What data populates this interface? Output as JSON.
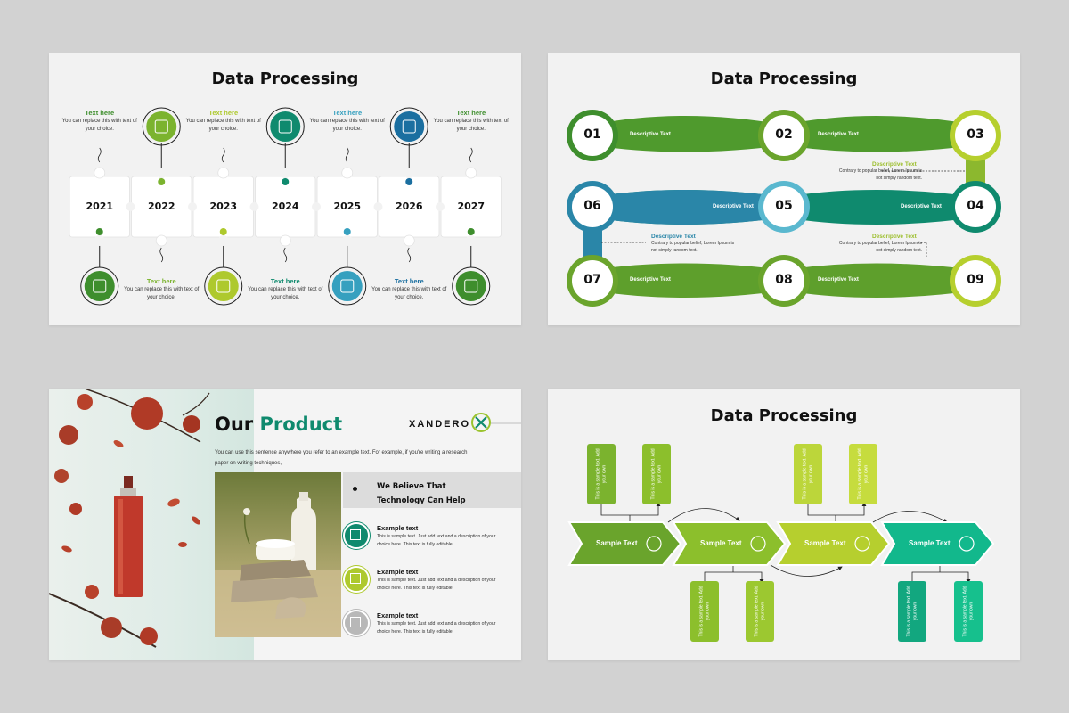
{
  "slide1": {
    "title": "Data Processing",
    "steps": [
      {
        "year": "2021",
        "label": "Text here",
        "desc": "You can replace this with text of your choice.",
        "color": "#3e8e2d",
        "icon": "documents-icon"
      },
      {
        "year": "2022",
        "label": "Text here",
        "desc": "You can replace this with text of your choice.",
        "color": "#7bb32e",
        "icon": "team-icon"
      },
      {
        "year": "2023",
        "label": "Text here",
        "desc": "You can replace this with text of your choice.",
        "color": "#aec92d",
        "icon": "settings-list-icon"
      },
      {
        "year": "2024",
        "label": "Text here",
        "desc": "You can replace this with text of your choice.",
        "color": "#0f8a6e",
        "icon": "flow-chart-icon"
      },
      {
        "year": "2025",
        "label": "Text here",
        "desc": "You can replace this with text of your choice.",
        "color": "#36a0bf",
        "icon": "calendar-icon"
      },
      {
        "year": "2026",
        "label": "Text here",
        "desc": "You can replace this with text of your choice.",
        "color": "#1b6fa0",
        "icon": "refresh-icon"
      },
      {
        "year": "2027",
        "label": "Text here",
        "desc": "You can replace this with text of your choice.",
        "color": "#3e8e2d",
        "icon": "analytics-icon"
      }
    ]
  },
  "slide2": {
    "title": "Data Processing",
    "nodes": [
      "01",
      "02",
      "03",
      "04",
      "05",
      "06",
      "07",
      "08",
      "09"
    ],
    "band_label": "Descriptive Text",
    "note_title": "Descriptive Text",
    "note_desc": "Contrary to popular belief, Lorem Ipsum is not simply random text.",
    "colors": {
      "green_dark": "#3e8e2d",
      "green_mid": "#6aa42c",
      "lime": "#b6cf2e",
      "teal": "#0f8a6e",
      "blue": "#2a86a8",
      "cyan": "#5ab8cf"
    }
  },
  "slide3": {
    "title_part1": "Our",
    "title_part2": "Product",
    "brand": "XANDERO",
    "intro": "You can use this sentence anywhere you refer to an example text. For example, if you're writing a research paper on writing techniques,",
    "tagline": "We Believe That Technology Can Help",
    "items": [
      {
        "title": "Example text",
        "desc": "This is sample text. Just add text and a description of your choice here. This text is fully editable.",
        "color": "#0f8a6e"
      },
      {
        "title": "Example text",
        "desc": "This is sample text. Just add text and a description of your choice here. This text is fully editable.",
        "color": "#aec92d"
      },
      {
        "title": "Example text",
        "desc": "This is sample text. Just add text and a description of your choice here. This text is fully editable.",
        "color": "#b8b8b8"
      }
    ],
    "accent": "#0f8a6e"
  },
  "slide4": {
    "title": "Data Processing",
    "arrows": [
      {
        "label": "Sample Text",
        "color": "#6aa42c",
        "icon": "lightbulb-icon"
      },
      {
        "label": "Sample Text",
        "color": "#8cbf2c",
        "icon": "growth-person-icon"
      },
      {
        "label": "Sample Text",
        "color": "#b6cf2e",
        "icon": "gear-person-icon"
      },
      {
        "label": "Sample Text",
        "color": "#12b88c",
        "icon": "price-tag-icon"
      }
    ],
    "box_text": "This is a sample text. Add your own"
  }
}
